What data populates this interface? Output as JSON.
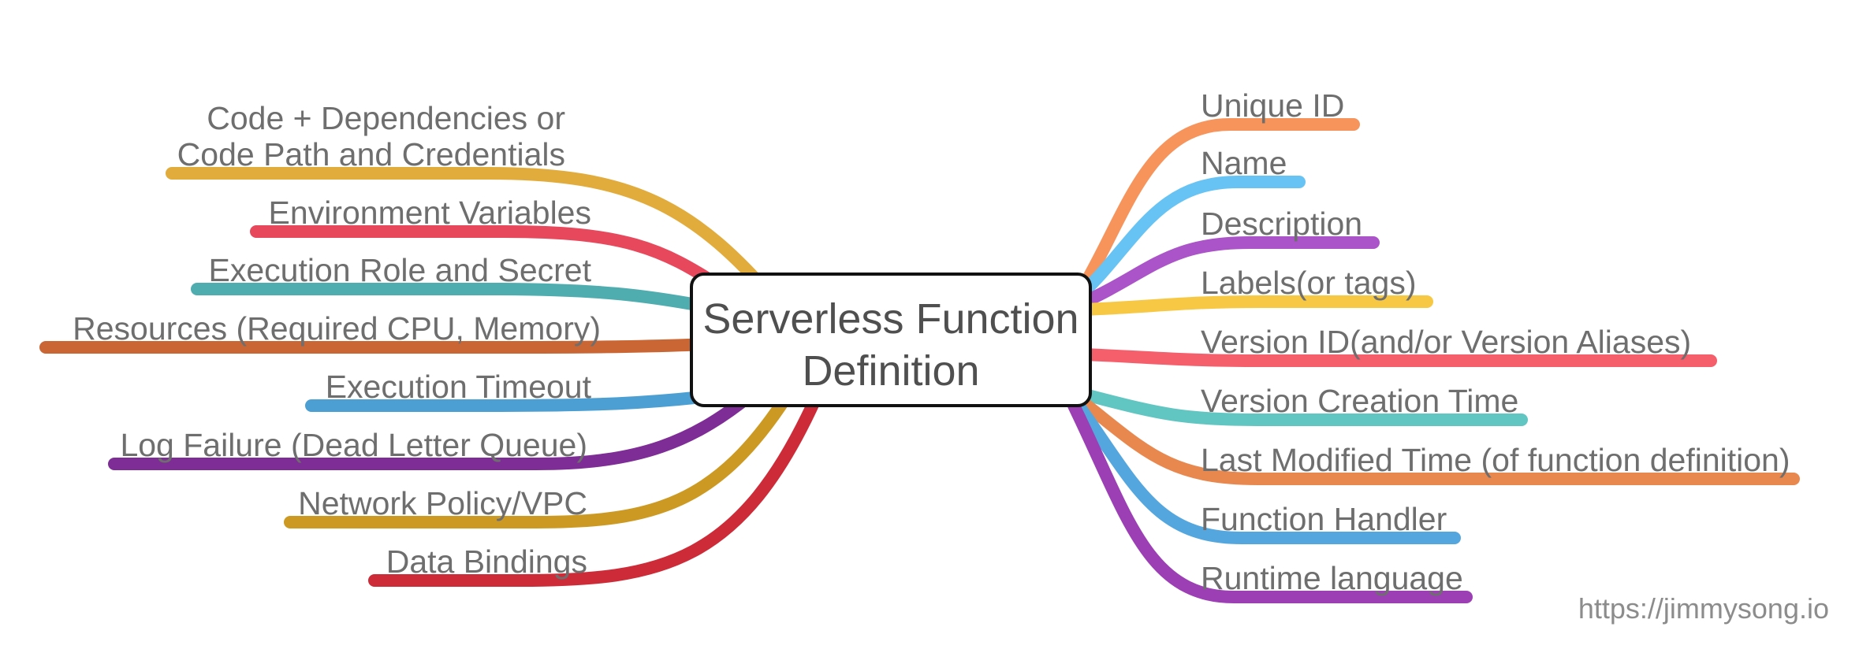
{
  "title": {
    "line1": "Serverless Function",
    "line2": "Definition"
  },
  "watermark": "https://jimmysong.io",
  "colors": {
    "label_text": "#6e6e6e",
    "title_text": "#4f4f4f",
    "node_fill": "#ffffff",
    "node_border": "#111111",
    "watermark_text": "#8c8c8c"
  },
  "branches": {
    "left": [
      {
        "label": "Code + Dependencies or\nCode Path and Credentials",
        "color": "#E2AC3C"
      },
      {
        "label": "Environment Variables",
        "color": "#E8485C"
      },
      {
        "label": "Execution Role and Secret",
        "color": "#4FADB0"
      },
      {
        "label": "Resources (Required CPU, Memory)",
        "color": "#C96634"
      },
      {
        "label": "Execution Timeout",
        "color": "#4C9FD2"
      },
      {
        "label": "Log Failure (Dead Letter Queue)",
        "color": "#7E2C96"
      },
      {
        "label": "Network Policy/VPC",
        "color": "#CC9A22"
      },
      {
        "label": "Data Bindings",
        "color": "#CE2B38"
      }
    ],
    "right": [
      {
        "label": "Unique ID",
        "color": "#F6945C"
      },
      {
        "label": "Name",
        "color": "#66C3F4"
      },
      {
        "label": "Description",
        "color": "#AB53C8"
      },
      {
        "label": "Labels(or tags)",
        "color": "#F7C843"
      },
      {
        "label": "Version ID(and/or Version Aliases)",
        "color": "#F55E6B"
      },
      {
        "label": "Version Creation Time",
        "color": "#61C6C2"
      },
      {
        "label": "Last Modified Time (of function definition)",
        "color": "#E8884E"
      },
      {
        "label": "Function Handler",
        "color": "#54A6DE"
      },
      {
        "label": "Runtime language",
        "color": "#9C3FB5"
      }
    ]
  }
}
